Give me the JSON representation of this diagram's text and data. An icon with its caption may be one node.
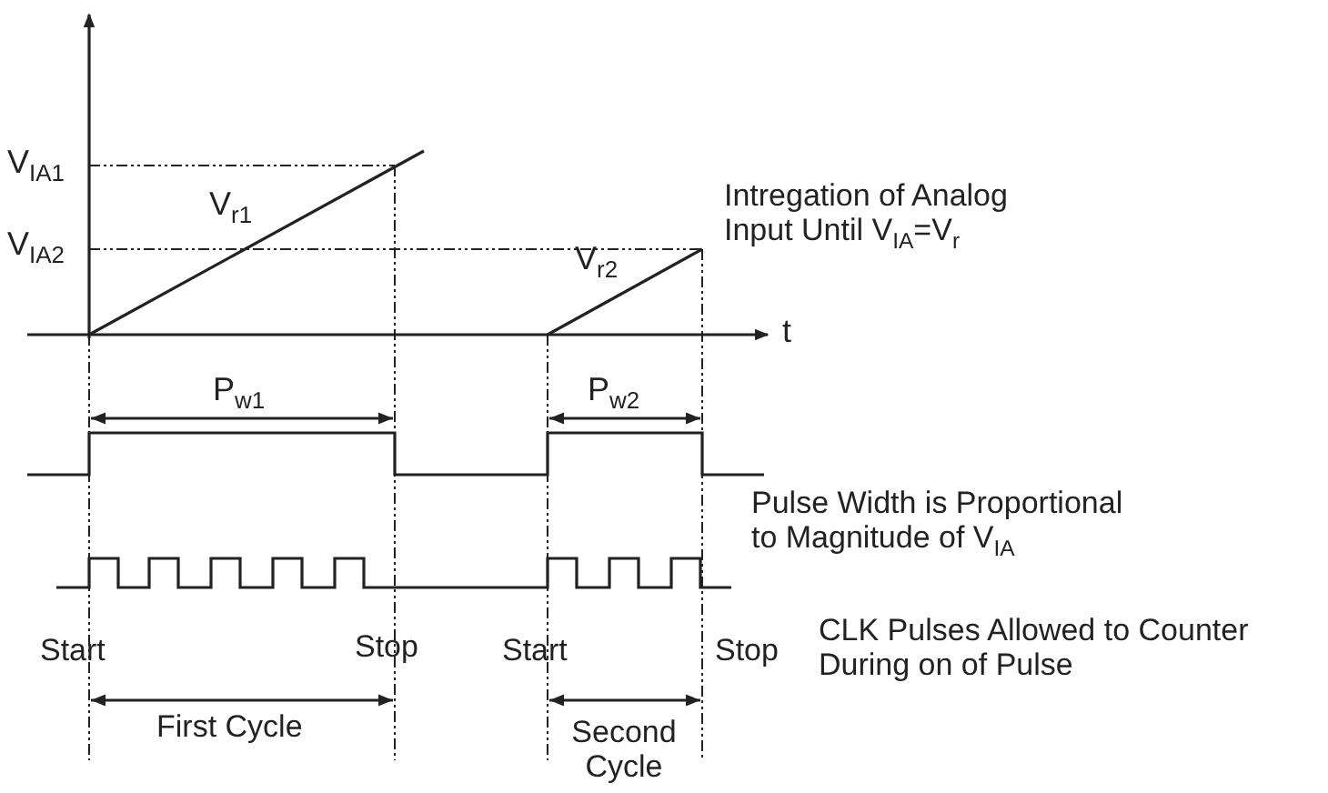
{
  "diagram": {
    "labels": [
      "V$_{IA1}$",
      "V$_{r1}$",
      "V$_{IA2}$",
      "Intregation of Analog Input Until V$_{IA}$=V$_{r}$",
      "V$_{r2}$",
      "t",
      "P$_{w1}$",
      "P$_{w2}$",
      "Pulse Width is Proportional to Magnitude of V$_{IA}$",
      "Start",
      "Stop",
      "Start",
      "Stop",
      "CLK Pulses Allowed to Counter During on of Pulse",
      "First Cycle",
      "Second Cycle"
    ]
  }
}
